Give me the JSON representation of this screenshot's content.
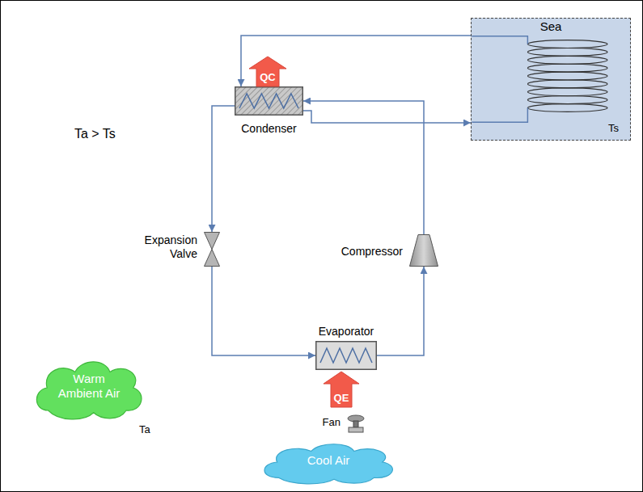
{
  "diagram": {
    "nodes": [
      {
        "text": [
          "Sea",
          "Ts"
        ]
      },
      {
        "text": [
          "Condenser"
        ]
      },
      {
        "text": [
          "QC"
        ]
      },
      {
        "text": [
          "Expansion Valve"
        ]
      },
      {
        "text": [
          "Compressor"
        ]
      },
      {
        "text": [
          "Evaporator"
        ]
      },
      {
        "text": [
          "QE"
        ]
      },
      {
        "text": [
          "Fan"
        ]
      },
      {
        "text": [
          "Warm Ambient Air"
        ]
      },
      {
        "text": [
          "Cool Air"
        ]
      }
    ],
    "edges": [
      {
        "from": 4,
        "to": 1,
        "arrow": "to"
      },
      {
        "from": 1,
        "to": 3,
        "arrow": "to"
      },
      {
        "from": 3,
        "to": 5,
        "arrow": "to"
      },
      {
        "from": 5,
        "to": 4,
        "arrow": "to"
      },
      {
        "from": 0,
        "to": 1,
        "arrow": "to"
      },
      {
        "from": 1,
        "to": 0,
        "arrow": "to"
      }
    ],
    "labels": [
      "Ta > Ts",
      "Ta"
    ]
  }
}
